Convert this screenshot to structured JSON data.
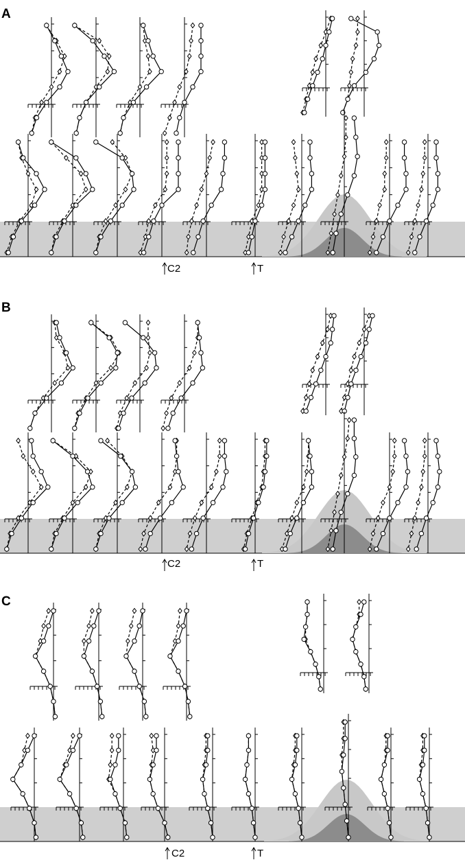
{
  "colors": {
    "band": "#cfcfcf",
    "hill_light": "#c8c8c8",
    "hill_dark": "#8c8c8c",
    "ink": "#000000",
    "marker_fill": "#ffffff"
  },
  "chart_data": [
    {
      "type": "line",
      "panel": "A",
      "label": "A",
      "markers": {
        "c2": "C2",
        "t": "T"
      },
      "series_styles": [
        {
          "line": "solid",
          "marker": "circle"
        },
        {
          "line": "dashed",
          "marker": "diamond"
        }
      ],
      "upper_left_profiles": [
        {
          "solid": [
            -0.3,
            0.2,
            0.6,
            1.0,
            0.5,
            -0.3,
            -0.9,
            -1.2
          ],
          "dashed": [
            -0.3,
            0.3,
            0.8,
            0.5,
            0.0,
            -0.6,
            -1.0,
            -1.2
          ]
        },
        {
          "solid": [
            -1.3,
            -0.2,
            0.5,
            1.1,
            0.2,
            -0.6,
            -1.0,
            -1.2
          ],
          "dashed": [
            -1.3,
            0.2,
            0.8,
            0.7,
            0.0,
            -0.6,
            -1.0,
            -1.2
          ]
        },
        {
          "solid": [
            0.2,
            0.5,
            0.8,
            1.3,
            0.4,
            -0.4,
            -1.0,
            -1.2
          ],
          "dashed": [
            0.2,
            0.3,
            0.5,
            0.6,
            0.0,
            -0.6,
            -1.0,
            -1.2
          ]
        },
        {
          "solid": [
            1.0,
            1.0,
            1.0,
            1.0,
            0.5,
            0.0,
            -0.3,
            -0.5
          ],
          "dashed": [
            0.5,
            0.4,
            0.3,
            0.1,
            -0.3,
            -0.6,
            -0.9,
            -1.2
          ]
        }
      ],
      "upper_right_profiles": [
        {
          "solid": [
            0.4,
            0.2,
            0.0,
            -0.2,
            -0.5,
            -0.8,
            -1.1,
            -1.3
          ],
          "dashed": [
            0.3,
            0.0,
            -0.3,
            -0.6,
            -0.8,
            -1.0,
            -1.2,
            -1.4
          ]
        },
        {
          "solid": [
            -0.8,
            0.8,
            0.9,
            0.6,
            0.1,
            -0.6,
            -1.0,
            -1.3
          ],
          "dashed": [
            -0.4,
            -0.4,
            -0.5,
            -0.7,
            -0.8,
            -0.9,
            -1.0,
            -1.3
          ]
        }
      ],
      "lower_profiles": [
        {
          "solid": [
            -0.6,
            -0.3,
            0.5,
            1.0,
            0.4,
            -0.4,
            -0.9,
            -1.2
          ],
          "dashed": [
            -0.6,
            -0.4,
            0.0,
            0.5,
            0.2,
            -0.5,
            -1.0,
            -1.3
          ]
        },
        {
          "solid": [
            -1.3,
            0.2,
            0.8,
            1.2,
            0.2,
            -0.5,
            -1.0,
            -1.3
          ],
          "dashed": [
            -1.3,
            -0.4,
            0.5,
            0.8,
            0.0,
            -0.6,
            -1.1,
            -1.3
          ]
        },
        {
          "solid": [
            -1.3,
            0.3,
            0.9,
            1.0,
            0.3,
            -0.4,
            -1.0,
            -1.3
          ],
          "dashed": [
            -0.3,
            0.5,
            0.9,
            0.5,
            -0.1,
            -0.7,
            -1.1,
            -1.3
          ]
        },
        {
          "solid": [
            1.0,
            1.0,
            1.0,
            1.0,
            0.0,
            -0.5,
            -0.8,
            -1.1
          ],
          "dashed": [
            0.3,
            0.3,
            0.3,
            0.2,
            -0.4,
            -0.8,
            -1.0,
            -1.3
          ]
        },
        {
          "solid": [
            1.1,
            1.1,
            1.0,
            0.9,
            0.3,
            -0.2,
            -0.5,
            -0.8
          ],
          "dashed": [
            0.4,
            0.2,
            0.0,
            -0.3,
            -0.6,
            -0.9,
            -1.1,
            -1.2
          ]
        },
        {
          "solid": [
            0.6,
            0.6,
            0.6,
            0.6,
            0.4,
            0.0,
            -0.2,
            -0.4
          ],
          "dashed": [
            0.4,
            0.4,
            0.4,
            0.4,
            0.2,
            -0.2,
            -0.4,
            -0.6
          ]
        },
        {
          "solid": [
            0.5,
            0.5,
            0.6,
            0.6,
            0.2,
            -0.2,
            -0.6,
            -1.0
          ],
          "dashed": [
            -0.5,
            -0.4,
            -0.3,
            -0.2,
            -0.5,
            -0.8,
            -1.1,
            -1.3
          ]
        },
        {
          "solid": [
            0.6,
            0.7,
            0.8,
            0.6,
            0.2,
            -0.2,
            -0.5,
            -0.7
          ],
          "dashed": [
            0.1,
            0.1,
            0.0,
            -0.2,
            -0.4,
            -0.6,
            -0.8,
            -1.0
          ]
        },
        {
          "solid": [
            0.9,
            0.9,
            1.0,
            1.0,
            0.5,
            0.0,
            -0.4,
            -0.8
          ],
          "dashed": [
            -0.2,
            -0.2,
            -0.3,
            -0.3,
            -0.6,
            -0.8,
            -1.0,
            -1.2
          ]
        },
        {
          "solid": [
            0.5,
            0.5,
            0.6,
            0.6,
            0.3,
            -0.1,
            -0.5,
            -0.8
          ],
          "dashed": [
            -0.2,
            -0.2,
            -0.3,
            -0.4,
            -0.6,
            -0.8,
            -1.0,
            -1.2
          ]
        }
      ]
    },
    {
      "type": "line",
      "panel": "B",
      "label": "B",
      "markers": {
        "c2": "C2",
        "t": "T"
      },
      "series_styles": [
        {
          "line": "solid",
          "marker": "circle"
        },
        {
          "line": "dashed",
          "marker": "diamond"
        }
      ],
      "upper_left_profiles": [
        {
          "solid": [
            0.3,
            0.5,
            0.9,
            1.3,
            0.6,
            -0.3,
            -1.0,
            -1.3
          ],
          "dashed": [
            0.2,
            0.3,
            0.8,
            1.0,
            0.2,
            -0.5,
            -1.0,
            -1.3
          ]
        },
        {
          "solid": [
            -0.3,
            0.8,
            1.3,
            1.2,
            0.3,
            -0.5,
            -1.0,
            -1.3
          ],
          "dashed": [
            -0.3,
            0.9,
            1.4,
            0.9,
            0.0,
            -0.6,
            -1.1,
            -1.3
          ]
        },
        {
          "solid": [
            -0.9,
            0.2,
            0.9,
            1.0,
            0.3,
            -0.5,
            -1.0,
            -1.3
          ],
          "dashed": [
            0.5,
            0.5,
            0.6,
            0.4,
            -0.3,
            -0.8,
            -1.2,
            -1.4
          ]
        },
        {
          "solid": [
            0.8,
            0.9,
            1.0,
            1.1,
            0.5,
            -0.2,
            -0.7,
            -1.0
          ],
          "dashed": [
            0.8,
            0.8,
            0.6,
            0.3,
            -0.3,
            -0.8,
            -1.1,
            -1.3
          ]
        }
      ],
      "upper_right_profiles": [
        {
          "solid": [
            0.5,
            0.4,
            0.3,
            0.0,
            -0.3,
            -0.6,
            -0.9,
            -1.2
          ],
          "dashed": [
            0.3,
            0.1,
            -0.2,
            -0.5,
            -0.8,
            -1.0,
            -1.2,
            -1.4
          ]
        },
        {
          "solid": [
            0.5,
            0.3,
            0.1,
            -0.2,
            -0.5,
            -0.8,
            -1.0,
            -1.2
          ],
          "dashed": [
            0.3,
            0.0,
            -0.3,
            -0.6,
            -0.8,
            -1.0,
            -1.2,
            -1.4
          ]
        }
      ],
      "lower_profiles": [
        {
          "solid": [
            0.2,
            0.3,
            0.8,
            1.2,
            0.3,
            -0.4,
            -1.0,
            -1.3
          ],
          "dashed": [
            -0.6,
            -0.3,
            0.3,
            0.8,
            0.1,
            -0.6,
            -1.1,
            -1.3
          ]
        },
        {
          "solid": [
            -1.2,
            0.0,
            0.9,
            1.2,
            0.3,
            -0.5,
            -1.0,
            -1.3
          ],
          "dashed": [
            -1.2,
            0.2,
            1.1,
            0.8,
            0.0,
            -0.6,
            -1.1,
            -1.3
          ]
        },
        {
          "solid": [
            -1.0,
            0.2,
            0.9,
            1.1,
            0.3,
            -0.5,
            -1.0,
            -1.3
          ],
          "dashed": [
            -0.6,
            0.3,
            0.9,
            0.6,
            -0.1,
            -0.7,
            -1.1,
            -1.3
          ]
        },
        {
          "solid": [
            0.8,
            0.9,
            1.0,
            1.3,
            0.6,
            -0.1,
            -0.7,
            -1.0
          ],
          "dashed": [
            0.9,
            0.9,
            0.8,
            0.5,
            -0.2,
            -0.7,
            -1.1,
            -1.3
          ]
        },
        {
          "solid": [
            1.1,
            1.1,
            1.2,
            1.0,
            0.4,
            -0.2,
            -0.6,
            -0.9
          ],
          "dashed": [
            0.8,
            0.8,
            0.6,
            0.3,
            -0.3,
            -0.7,
            -1.0,
            -1.2
          ]
        },
        {
          "solid": [
            0.7,
            0.7,
            0.6,
            0.5,
            0.2,
            -0.1,
            -0.4,
            -0.6
          ],
          "dashed": [
            0.6,
            0.6,
            0.5,
            0.4,
            0.1,
            -0.2,
            -0.5,
            -0.7
          ]
        },
        {
          "solid": [
            0.4,
            0.5,
            0.6,
            0.6,
            0.1,
            -0.3,
            -0.7,
            -1.0
          ],
          "dashed": [
            0.4,
            0.4,
            0.3,
            0.1,
            -0.3,
            -0.6,
            -0.9,
            -1.2
          ]
        },
        {
          "solid": [
            0.6,
            0.6,
            0.7,
            0.6,
            0.2,
            -0.2,
            -0.5,
            -0.7
          ],
          "dashed": [
            0.3,
            0.2,
            0.0,
            -0.2,
            -0.4,
            -0.6,
            -0.8,
            -1.0
          ]
        },
        {
          "solid": [
            0.9,
            1.0,
            1.1,
            1.0,
            0.5,
            0.0,
            -0.4,
            -0.8
          ],
          "dashed": [
            0.3,
            0.3,
            0.2,
            0.0,
            -0.4,
            -0.7,
            -1.0,
            -1.2
          ]
        },
        {
          "solid": [
            0.5,
            0.6,
            0.7,
            0.6,
            0.3,
            -0.1,
            -0.4,
            -0.7
          ],
          "dashed": [
            -0.2,
            -0.2,
            -0.3,
            -0.4,
            -0.6,
            -0.8,
            -1.0,
            -1.2
          ]
        }
      ]
    },
    {
      "type": "line",
      "panel": "C",
      "label": "C",
      "markers": {
        "c2": "C2",
        "t": "T"
      },
      "series_styles": [
        {
          "line": "solid",
          "marker": "circle"
        },
        {
          "line": "dashed",
          "marker": "diamond"
        }
      ],
      "upper_left_profiles": [
        {
          "solid": [
            0.0,
            -0.3,
            -0.6,
            -1.1,
            -0.6,
            -0.2,
            0.0,
            0.1
          ],
          "dashed": [
            -0.3,
            -0.6,
            -0.8,
            -1.1,
            -0.6,
            -0.2,
            0.0,
            0.1
          ]
        },
        {
          "solid": [
            0.0,
            -0.3,
            -0.6,
            -0.9,
            -0.4,
            -0.1,
            0.1,
            0.2
          ],
          "dashed": [
            -0.4,
            -0.6,
            -0.9,
            -0.9,
            -0.4,
            -0.1,
            0.1,
            0.2
          ]
        },
        {
          "solid": [
            0.0,
            -0.2,
            -0.5,
            -1.0,
            -0.5,
            -0.2,
            0.1,
            0.2
          ],
          "dashed": [
            -0.5,
            -0.7,
            -0.9,
            -1.0,
            -0.5,
            -0.2,
            0.1,
            0.2
          ]
        },
        {
          "solid": [
            0.0,
            -0.2,
            -0.5,
            -1.0,
            -0.5,
            -0.1,
            0.1,
            0.2
          ],
          "dashed": [
            -0.4,
            -0.5,
            -0.7,
            -1.0,
            -0.5,
            -0.1,
            0.1,
            0.2
          ]
        }
      ],
      "upper_right_profiles": [
        {
          "solid": [
            -1.0,
            -1.0,
            -1.1,
            -1.2,
            -0.8,
            -0.5,
            -0.3,
            -0.2
          ],
          "dashed": [
            -1.0,
            -1.0,
            -1.1,
            -1.1,
            -0.8,
            -0.5,
            -0.3,
            -0.2
          ]
        },
        {
          "solid": [
            -0.3,
            -0.5,
            -0.8,
            -1.0,
            -0.8,
            -0.5,
            -0.3,
            -0.2
          ],
          "dashed": [
            -0.6,
            -0.6,
            -0.8,
            -1.0,
            -0.8,
            -0.5,
            -0.3,
            -0.2
          ]
        }
      ],
      "lower_profiles": [
        {
          "solid": [
            0.0,
            -0.4,
            -0.8,
            -1.3,
            -0.7,
            -0.3,
            0.0,
            0.1
          ],
          "dashed": [
            -0.4,
            -0.6,
            -0.8,
            -1.3,
            -0.7,
            -0.3,
            0.0,
            0.1
          ]
        },
        {
          "solid": [
            0.0,
            -0.4,
            -0.8,
            -1.2,
            -0.6,
            -0.2,
            0.1,
            0.2
          ],
          "dashed": [
            -0.4,
            -0.6,
            -0.9,
            -1.2,
            -0.6,
            -0.2,
            0.1,
            0.2
          ]
        },
        {
          "solid": [
            -0.3,
            -0.3,
            -0.5,
            -0.8,
            -0.5,
            -0.2,
            0.1,
            0.2
          ],
          "dashed": [
            -0.7,
            -0.7,
            -0.8,
            -0.9,
            -0.5,
            -0.2,
            0.1,
            0.2
          ]
        },
        {
          "solid": [
            -0.5,
            -0.5,
            -0.7,
            -0.9,
            -0.7,
            -0.4,
            0.0,
            0.2
          ],
          "dashed": [
            -0.8,
            -0.7,
            -0.8,
            -0.9,
            -0.7,
            -0.4,
            0.0,
            0.2
          ]
        },
        {
          "solid": [
            -0.3,
            -0.3,
            -0.4,
            -0.6,
            -0.5,
            -0.3,
            -0.1,
            0.0
          ],
          "dashed": [
            -0.4,
            -0.4,
            -0.5,
            -0.6,
            -0.5,
            -0.3,
            -0.1,
            0.0
          ]
        },
        {
          "solid": [
            -0.4,
            -0.4,
            -0.5,
            -0.6,
            -0.4,
            -0.2,
            -0.1,
            0.0
          ],
          "dashed": [
            -0.4,
            -0.4,
            -0.5,
            -0.6,
            -0.4,
            -0.2,
            -0.1,
            0.0
          ]
        },
        {
          "solid": [
            -0.3,
            -0.3,
            -0.4,
            -0.6,
            -0.4,
            -0.2,
            -0.1,
            0.0
          ],
          "dashed": [
            -0.4,
            -0.4,
            -0.5,
            -0.6,
            -0.4,
            -0.2,
            -0.1,
            0.0
          ]
        },
        {
          "solid": [
            -0.2,
            -0.2,
            -0.3,
            -0.4,
            -0.3,
            -0.2,
            -0.1,
            0.0
          ],
          "dashed": [
            -0.3,
            -0.3,
            -0.4,
            -0.4,
            -0.3,
            -0.2,
            -0.1,
            0.0
          ]
        },
        {
          "solid": [
            -0.2,
            -0.2,
            -0.4,
            -0.6,
            -0.4,
            -0.2,
            -0.1,
            0.0
          ],
          "dashed": [
            -0.3,
            -0.3,
            -0.4,
            -0.6,
            -0.4,
            -0.2,
            -0.1,
            0.0
          ]
        },
        {
          "solid": [
            -0.3,
            -0.3,
            -0.4,
            -0.6,
            -0.4,
            -0.2,
            -0.1,
            0.0
          ],
          "dashed": [
            -0.4,
            -0.4,
            -0.5,
            -0.6,
            -0.4,
            -0.2,
            -0.1,
            0.0
          ]
        }
      ]
    }
  ]
}
